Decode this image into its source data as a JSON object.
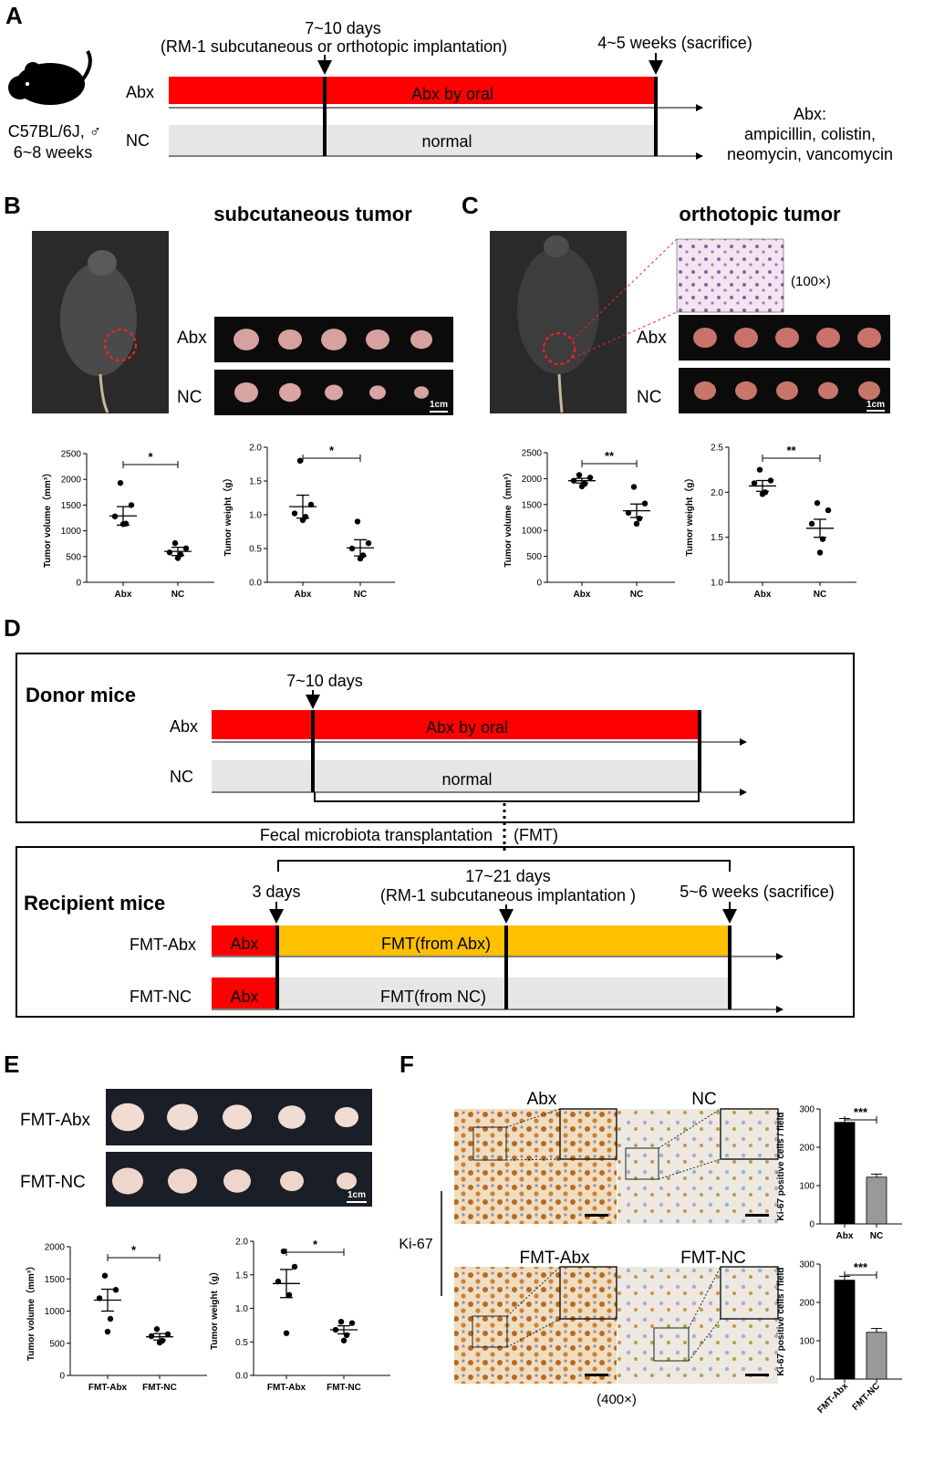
{
  "panels": {
    "A": "A",
    "B": "B",
    "C": "C",
    "D": "D",
    "E": "E",
    "F": "F"
  },
  "panel_a": {
    "mouse_strain": "C57BL/6J, ♂",
    "mouse_age": "6~8 weeks",
    "timepoint_1_days": "7~10 days",
    "timepoint_1_desc": "(RM-1  subcutaneous or orthotopic implantation)",
    "timepoint_2": "4~5 weeks (sacrifice)",
    "row_abx": "Abx",
    "row_nc": "NC",
    "bar_abx": "Abx by oral",
    "bar_nc": "normal",
    "abx_note_title": "Abx:",
    "abx_note_line1": "ampicillin, colistin,",
    "abx_note_line2": "neomycin, vancomycin"
  },
  "panel_b": {
    "title": "subcutaneous tumor",
    "label_abx": "Abx",
    "label_nc": "NC",
    "scale": "1cm"
  },
  "panel_c": {
    "title": "orthotopic tumor",
    "label_abx": "Abx",
    "label_nc": "NC",
    "scale": "1cm",
    "mag": "(100×)"
  },
  "panel_d": {
    "donor_title": "Donor mice",
    "donor_time": "7~10 days",
    "donor_abx": "Abx",
    "donor_nc": "NC",
    "donor_bar_abx": "Abx by oral",
    "donor_bar_nc": "normal",
    "fmt_label_left": "Fecal microbiota transplantation",
    "fmt_label_right": "(FMT)",
    "recipient_title": "Recipient mice",
    "rec_time1": "3 days",
    "rec_time2_days": "17~21 days",
    "rec_time2_desc": "(RM-1  subcutaneous implantation )",
    "rec_time3": "5~6 weeks (sacrifice)",
    "rec_row1": "FMT-Abx",
    "rec_row2": "FMT-NC",
    "rec_prefix": "Abx",
    "rec_bar1": "FMT(from Abx)",
    "rec_bar2": "FMT(from NC)"
  },
  "panel_e": {
    "label_fmt_abx": "FMT-Abx",
    "label_fmt_nc": "FMT-NC",
    "scale": "1cm"
  },
  "panel_f": {
    "col_abx": "Abx",
    "col_nc": "NC",
    "col_fmt_abx": "FMT-Abx",
    "col_fmt_nc": "FMT-NC",
    "stain": "Ki-67",
    "mag": "(400×)"
  },
  "colors": {
    "abx_red": "#ff0000",
    "normal_gray": "#e6e6e6",
    "fmt_yellow": "#ffc000",
    "bar_black": "#000000",
    "bar_gray": "#999999"
  },
  "chart_data": [
    {
      "id": "b-volume",
      "type": "scatter",
      "categories": [
        "Abx",
        "NC"
      ],
      "ylabel": "Tumor volume（mm³）",
      "ylim": [
        0,
        2500
      ],
      "yticks": [
        0,
        500,
        1000,
        1500,
        2000,
        2500
      ],
      "points": [
        [
          1930,
          1500,
          1280,
          1140,
          1130
        ],
        [
          760,
          660,
          580,
          540,
          470
        ]
      ],
      "means": [
        1290,
        600
      ],
      "sem": [
        180,
        80
      ],
      "significance": "*"
    },
    {
      "id": "b-weight",
      "type": "scatter",
      "categories": [
        "Abx",
        "NC"
      ],
      "ylabel": "Tumor weight（g）",
      "ylim": [
        0,
        2.0
      ],
      "yticks": [
        0.0,
        0.5,
        1.0,
        1.5,
        2.0
      ],
      "points": [
        [
          1.8,
          1.15,
          1.02,
          0.97,
          0.92
        ],
        [
          0.9,
          0.58,
          0.5,
          0.4,
          0.35
        ]
      ],
      "means": [
        1.12,
        0.51
      ],
      "sem": [
        0.17,
        0.12
      ],
      "significance": "*"
    },
    {
      "id": "c-volume",
      "type": "scatter",
      "categories": [
        "Abx",
        "NC"
      ],
      "ylabel": "Tumor volume（mm³）",
      "ylim": [
        0,
        2500
      ],
      "yticks": [
        0,
        500,
        1000,
        1500,
        2000,
        2500
      ],
      "points": [
        [
          2070,
          2020,
          1960,
          1900,
          1850
        ],
        [
          1840,
          1520,
          1340,
          1230,
          1130
        ]
      ],
      "means": [
        1960,
        1380
      ],
      "sem": [
        45,
        130
      ],
      "significance": "**"
    },
    {
      "id": "c-weight",
      "type": "scatter",
      "categories": [
        "Abx",
        "NC"
      ],
      "ylabel": "Tumor weight（g）",
      "ylim": [
        1.0,
        2.5
      ],
      "yticks": [
        1.0,
        1.5,
        2.0,
        2.5
      ],
      "points": [
        [
          2.25,
          2.13,
          2.1,
          2.0,
          1.98
        ],
        [
          1.88,
          1.8,
          1.65,
          1.48,
          1.33
        ]
      ],
      "means": [
        2.07,
        1.6
      ],
      "sem": [
        0.06,
        0.1
      ],
      "significance": "**"
    },
    {
      "id": "e-volume",
      "type": "scatter",
      "categories": [
        "FMT-Abx",
        "FMT-NC"
      ],
      "ylabel": "Tumor volume（mm³）",
      "ylim": [
        0,
        2000
      ],
      "yticks": [
        0,
        500,
        1000,
        1500,
        2000
      ],
      "points": [
        [
          1550,
          1330,
          1200,
          880,
          680
        ],
        [
          720,
          640,
          610,
          540,
          510
        ]
      ],
      "means": [
        1170,
        600
      ],
      "sem": [
        170,
        50
      ],
      "significance": "*"
    },
    {
      "id": "e-weight",
      "type": "scatter",
      "categories": [
        "FMT-Abx",
        "FMT-NC"
      ],
      "ylabel": "Tumor weight（g）",
      "ylim": [
        0.0,
        2.0
      ],
      "yticks": [
        0.0,
        0.5,
        1.0,
        1.5,
        2.0
      ],
      "points": [
        [
          1.85,
          1.62,
          1.4,
          1.2,
          0.63
        ],
        [
          0.8,
          0.78,
          0.68,
          0.6,
          0.52
        ]
      ],
      "means": [
        1.37,
        0.68
      ],
      "sem": [
        0.21,
        0.06
      ],
      "significance": "*"
    },
    {
      "id": "f-ki67-top",
      "type": "bar",
      "categories": [
        "Abx",
        "NC"
      ],
      "ylabel": "Ki-67 positive cells / field",
      "ylim": [
        0,
        300
      ],
      "yticks": [
        0,
        100,
        200,
        300
      ],
      "values": [
        265,
        122
      ],
      "sem": [
        10,
        8
      ],
      "significance": "***"
    },
    {
      "id": "f-ki67-bottom",
      "type": "bar",
      "categories": [
        "FMT-Abx",
        "FMT-NC"
      ],
      "ylabel": "Ki-67 positive cells / field",
      "ylim": [
        0,
        300
      ],
      "yticks": [
        0,
        100,
        200,
        300
      ],
      "values": [
        258,
        122
      ],
      "sem": [
        10,
        10
      ],
      "significance": "***"
    }
  ]
}
